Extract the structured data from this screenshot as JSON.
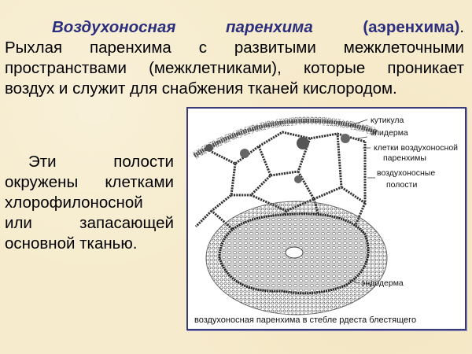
{
  "slide": {
    "heading": {
      "term": "Воздухоносная паренхима",
      "term_word1": "Воздухоносная",
      "term_word2": "паренхима",
      "synonym": "(аэренхима)",
      "period": "."
    },
    "intro_lines": [
      "Рыхлая паренхима с развитыми межклеточными",
      "пространствами (межклетниками), которые проникает",
      "воздух и служит для снабжения тканей кислородом."
    ],
    "side_text_lines": [
      "Эти полости",
      "окружены клетками",
      "хлорофилоносной",
      "или запасающей",
      "основной тканью."
    ],
    "figure": {
      "labels": {
        "cuticle": "кутикула",
        "epidermis": "эпидерма",
        "aerenchyma_cells_1": "клетки воздухоносной",
        "aerenchyma_cells_2": "паренхимы",
        "air_cavities_1": "воздухоносные",
        "air_cavities_2": "полости",
        "endodermis": "эндодерма"
      },
      "caption": "воздухоносная паренхима в стебле рдеста блестящего"
    },
    "colors": {
      "background": "#f6ebcc",
      "heading": "#2b2f7e",
      "frame_border": "#3b3a78"
    }
  }
}
